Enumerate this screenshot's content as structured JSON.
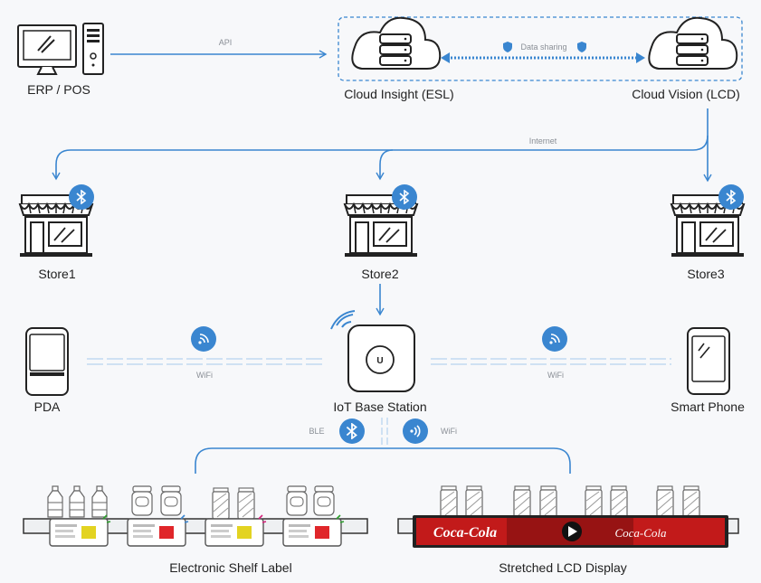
{
  "colors": {
    "line": "#3a86d0",
    "wifi_band": "#cfe1f3",
    "panel_yellow": "#e3d321",
    "panel_red": "#e0262a",
    "lcd_red": "#c21a1a",
    "text": "#222222",
    "muted": "#8a8f96"
  },
  "top": {
    "erp_label": "ERP / POS",
    "api_label": "API",
    "cloud_insight_label": "Cloud Insight (ESL)",
    "cloud_vision_label": "Cloud Vision (LCD)",
    "data_sharing_label": "Data sharing",
    "internet_label": "Internet"
  },
  "stores": [
    {
      "label": "Store1",
      "icon": "bluetooth-icon"
    },
    {
      "label": "Store2",
      "icon": "bluetooth-icon"
    },
    {
      "label": "Store3",
      "icon": "bluetooth-icon"
    }
  ],
  "devices": {
    "pda_label": "PDA",
    "station_label": "IoT Base Station",
    "station_logo": "U",
    "phone_label": "Smart Phone",
    "wifi_left_label": "WiFi",
    "wifi_right_label": "WiFi",
    "ble_label": "BLE",
    "wifi_bottom_label": "WiFi"
  },
  "displays": {
    "esl_label": "Electronic Shelf Label",
    "lcd_label": "Stretched LCD Display",
    "lcd_brand_text": "Coca-Cola",
    "lcd_brand_text_2": "Coca-Cola"
  }
}
